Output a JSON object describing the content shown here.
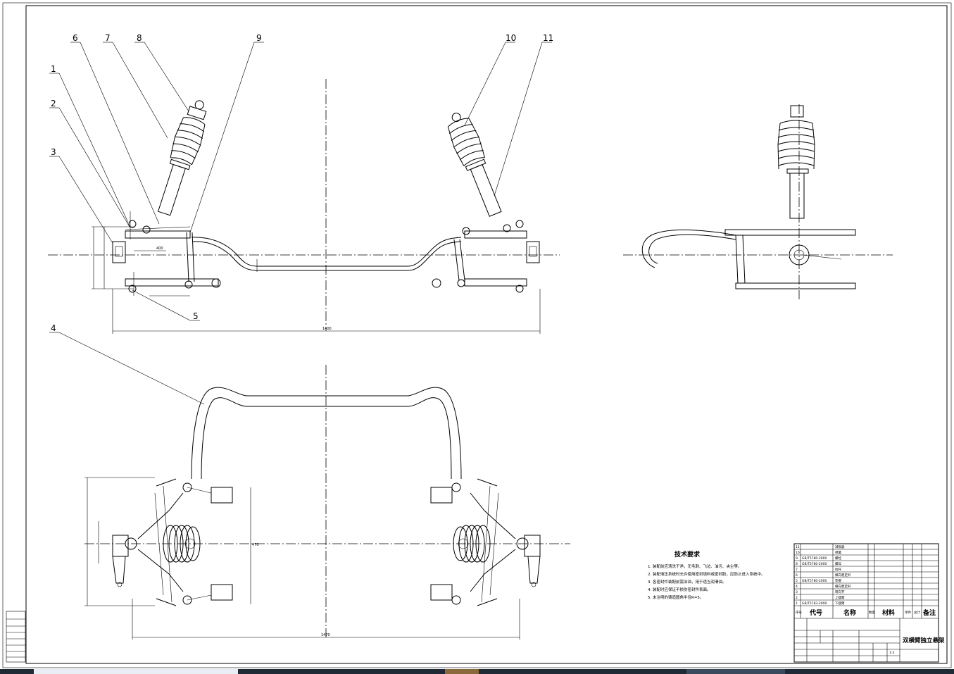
{
  "balloons": [
    {
      "n": "1"
    },
    {
      "n": "2"
    },
    {
      "n": "3"
    },
    {
      "n": "4"
    },
    {
      "n": "5"
    },
    {
      "n": "6"
    },
    {
      "n": "7"
    },
    {
      "n": "8"
    },
    {
      "n": "9"
    },
    {
      "n": "10"
    },
    {
      "n": "11"
    }
  ],
  "dims": {
    "overall_front": "1400",
    "overall_top": "1470",
    "sub_front": "400",
    "top_height": "470"
  },
  "tech_req": {
    "title": "技术要求",
    "items": [
      "1. 装配前应清洗干净，无毛刺、飞边、油污、夹尘等。",
      "2. 装配液压系统时允许使用密封填料或密封胶，应防止进入系统中。",
      "3. 各密封件装配前需涂油，用于适当润滑油。",
      "4. 装配时应保证不损伤密封件表面。",
      "5. 未注明的铸造圆角半径R=5。"
    ]
  },
  "title_block": {
    "header": [
      "序号",
      "代号",
      "名称",
      "数量",
      "材料",
      "单件",
      "总计",
      "备注"
    ],
    "rows": [
      {
        "no": "11",
        "code": "",
        "name": "减振器"
      },
      {
        "no": "10",
        "code": "",
        "name": "弹簧"
      },
      {
        "no": "9",
        "code": "GB/T5780-2000",
        "name": "螺栓"
      },
      {
        "no": "8",
        "code": "GB/T5780-2000",
        "name": "螺母"
      },
      {
        "no": "7",
        "code": "",
        "name": "拉杆"
      },
      {
        "no": "6",
        "code": "",
        "name": "横向稳定杆"
      },
      {
        "no": "5",
        "code": "GB/T5780-2000",
        "name": "垫圈"
      },
      {
        "no": "4",
        "code": "",
        "name": "横向稳定杆"
      },
      {
        "no": "3",
        "code": "",
        "name": "转向节"
      },
      {
        "no": "2",
        "code": "",
        "name": "上摆臂"
      },
      {
        "no": "1",
        "code": "GB/T5783-2000",
        "name": "下摆臂"
      }
    ],
    "drawing_title": "双横臂独立悬架",
    "scale": "1:3"
  },
  "colors": {
    "line": "#000000",
    "background": "#ffffff",
    "taskbar": "#1f2a36"
  }
}
